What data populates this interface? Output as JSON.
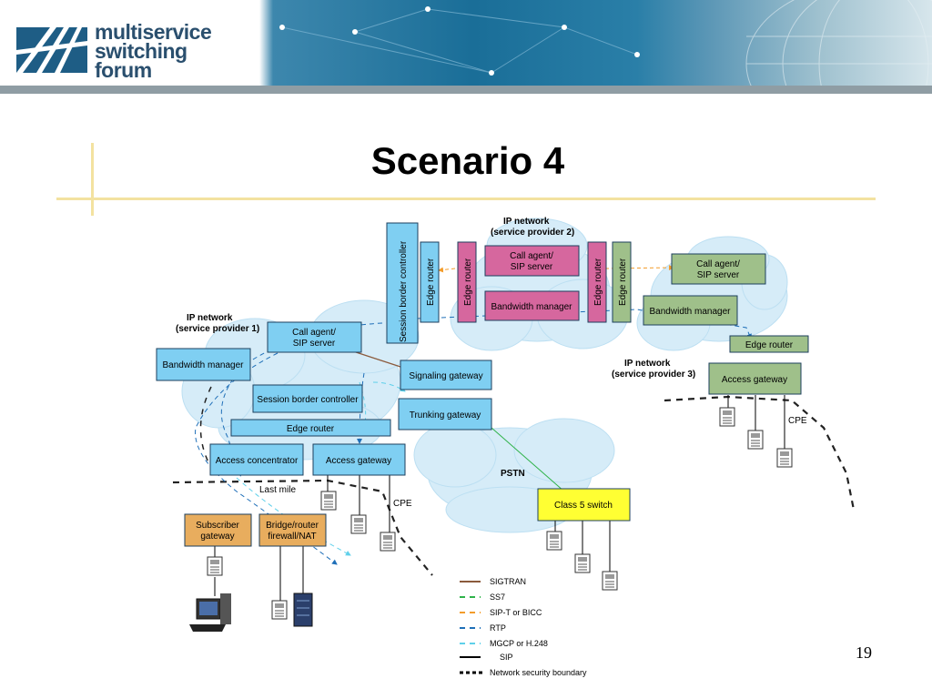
{
  "header": {
    "logo_line1": "multiservice",
    "logo_line2": "switching",
    "logo_line3": "forum"
  },
  "title": "Scenario 4",
  "page_number": "19",
  "networks": {
    "sp1_line1": "IP network",
    "sp1_line2": "(service provider 1)",
    "sp2_line1": "IP network",
    "sp2_line2": "(service provider 2)",
    "sp3_line1": "IP network",
    "sp3_line2": "(service provider 3)",
    "pstn": "PSTN"
  },
  "nodes": {
    "sbc_vertical": "Session border controller",
    "edge_router_vertical_left": "Edge router",
    "edge_router_vertical_sp2_left": "Edge router",
    "edge_router_vertical_sp2_right": "Edge router",
    "edge_router_vertical_sp3": "Edge router",
    "sp2_call_agent_line1": "Call agent/",
    "sp2_call_agent_line2": "SIP server",
    "sp2_bandwidth_manager": "Bandwidth manager",
    "sp3_call_agent_line1": "Call agent/",
    "sp3_call_agent_line2": "SIP server",
    "sp3_bandwidth_manager": "Bandwidth manager",
    "sp3_edge_router": "Edge router",
    "sp3_access_gateway": "Access gateway",
    "sp1_call_agent_line1": "Call agent/",
    "sp1_call_agent_line2": "SIP server",
    "sp1_bandwidth_manager": "Bandwidth manager",
    "signaling_gateway": "Signaling gateway",
    "sp1_sbc": "Session border controller",
    "trunking_gateway": "Trunking gateway",
    "sp1_edge_router": "Edge router",
    "access_concentrator": "Access concentrator",
    "sp1_access_gateway": "Access gateway",
    "last_mile": "Last mile",
    "cpe_left": "CPE",
    "cpe_right": "CPE",
    "class5_switch": "Class 5 switch",
    "subscriber_gateway_line1": "Subscriber",
    "subscriber_gateway_line2": "gateway",
    "bridge_router_line1": "Bridge/router",
    "bridge_router_line2": "firewall/NAT"
  },
  "legend": {
    "items": [
      {
        "label": "SIGTRAN",
        "color": "#8b5a3c",
        "style": "solid"
      },
      {
        "label": "SS7",
        "color": "#2fb34a",
        "style": "dashed"
      },
      {
        "label": "SIP-T or BICC",
        "color": "#f39c2b",
        "style": "dashed"
      },
      {
        "label": "RTP",
        "color": "#1f6fb8",
        "style": "dashed"
      },
      {
        "label": "MGCP or H.248",
        "color": "#5fd0ea",
        "style": "dashed"
      },
      {
        "label": "SIP",
        "color": "#000000",
        "style": "solid"
      },
      {
        "label": "Network security boundary",
        "color": "#000000",
        "style": "dotted-bold"
      }
    ]
  },
  "colors": {
    "sp1_box": "#7fcff2",
    "sp2_box": "#d6679e",
    "sp3_box": "#9fc08a",
    "subscriber_box": "#e8ad5e",
    "class5_box": "#ffff33",
    "cloud": "#d4ecf8"
  }
}
